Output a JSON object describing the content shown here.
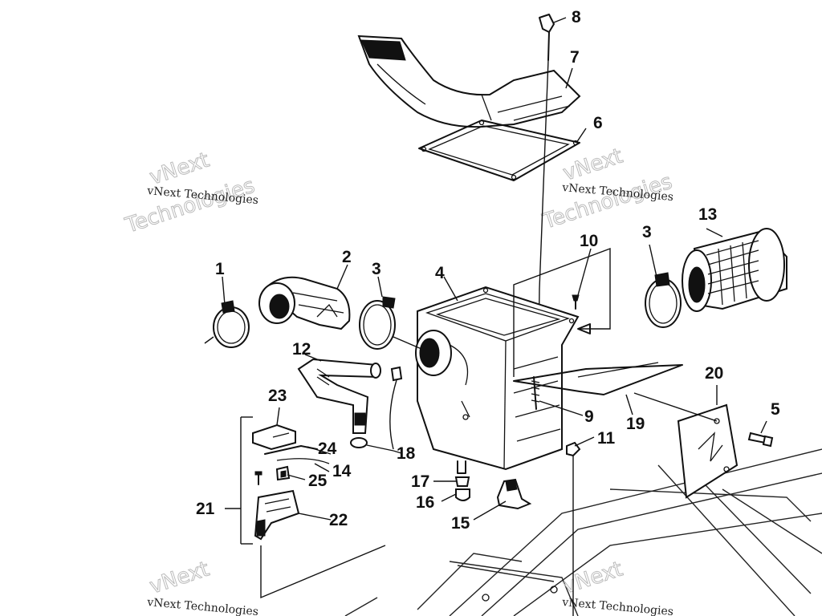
{
  "watermark": {
    "line1": "vNext Technologies",
    "line2": "Technologies",
    "line3": "vNext"
  },
  "callouts": {
    "c1": "1",
    "c2": "2",
    "c3a": "3",
    "c3b": "3",
    "c4": "4",
    "c5": "5",
    "c6": "6",
    "c7": "7",
    "c8": "8",
    "c9": "9",
    "c10": "10",
    "c11": "11",
    "c12": "12",
    "c13": "13",
    "c14": "14",
    "c15": "15",
    "c16": "16",
    "c17": "17",
    "c18": "18",
    "c19": "19",
    "c20": "20",
    "c21": "21",
    "c22": "22",
    "c23": "23",
    "c24": "24",
    "c25": "25"
  }
}
